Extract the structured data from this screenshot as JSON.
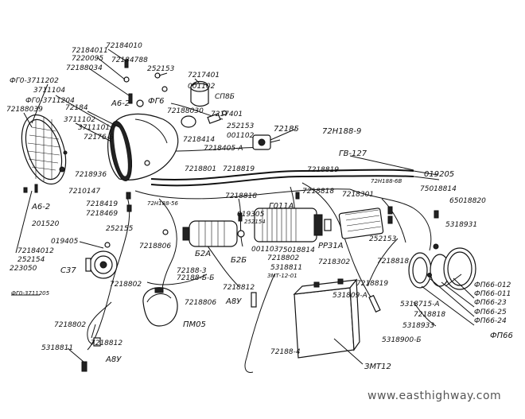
{
  "watermark": "www.easthighway.com",
  "labels": [
    {
      "id": "l01",
      "text": "72184011"
    },
    {
      "id": "l02",
      "text": "72184010"
    },
    {
      "id": "l03",
      "text": "7220095"
    },
    {
      "id": "l04",
      "text": "72184788"
    },
    {
      "id": "l05",
      "text": "72188034"
    },
    {
      "id": "l06",
      "text": "ФГ0-3711202"
    },
    {
      "id": "l07",
      "text": "252153"
    },
    {
      "id": "l08",
      "text": "7217401"
    },
    {
      "id": "l09",
      "text": "001102"
    },
    {
      "id": "l10",
      "text": "СП8Б"
    },
    {
      "id": "l11",
      "text": "3711104"
    },
    {
      "id": "l12",
      "text": "ФГ0-3711204"
    },
    {
      "id": "l13",
      "text": "А6-2"
    },
    {
      "id": "l14",
      "text": "ФГ6"
    },
    {
      "id": "l15",
      "text": "72188039"
    },
    {
      "id": "l16",
      "text": "72184"
    },
    {
      "id": "l17",
      "text": "72188030"
    },
    {
      "id": "l18",
      "text": "7217401"
    },
    {
      "id": "l19",
      "text": "3711102"
    },
    {
      "id": "l20",
      "text": "3711101"
    },
    {
      "id": "l21",
      "text": "252153"
    },
    {
      "id": "l22",
      "text": "72185"
    },
    {
      "id": "l23",
      "text": "72Н188-9"
    },
    {
      "id": "l24",
      "text": "72176-Б"
    },
    {
      "id": "l25",
      "text": "7218414"
    },
    {
      "id": "l26",
      "text": "001102"
    },
    {
      "id": "l27",
      "text": "7218405-А"
    },
    {
      "id": "l28",
      "text": "ГВ-127"
    },
    {
      "id": "l29",
      "text": "7218936"
    },
    {
      "id": "l30",
      "text": "7218801"
    },
    {
      "id": "l31",
      "text": "7218819"
    },
    {
      "id": "l32",
      "text": "7218819"
    },
    {
      "id": "l33",
      "text": "72Н188-6В"
    },
    {
      "id": "l34",
      "text": "019205"
    },
    {
      "id": "l35",
      "text": "А6-2"
    },
    {
      "id": "l36",
      "text": "7210147"
    },
    {
      "id": "l37",
      "text": "7218818"
    },
    {
      "id": "l38",
      "text": "7218818"
    },
    {
      "id": "l39",
      "text": "7218301"
    },
    {
      "id": "l40",
      "text": "75018814"
    },
    {
      "id": "l41",
      "text": "65018820"
    },
    {
      "id": "l42",
      "text": "72Н188-56"
    },
    {
      "id": "l43",
      "text": "7218419"
    },
    {
      "id": "l44",
      "text": "Г011А"
    },
    {
      "id": "l45",
      "text": "201520"
    },
    {
      "id": "l46",
      "text": "7218469"
    },
    {
      "id": "l47",
      "text": "019305"
    },
    {
      "id": "l48",
      "text": "252154"
    },
    {
      "id": "l49",
      "text": "5318931"
    },
    {
      "id": "l50",
      "text": "252155"
    },
    {
      "id": "l51",
      "text": "РР31А"
    },
    {
      "id": "l52",
      "text": "75018814"
    },
    {
      "id": "l53",
      "text": "252153"
    },
    {
      "id": "l54",
      "text": "019405"
    },
    {
      "id": "l55",
      "text": "7218806"
    },
    {
      "id": "l56",
      "text": "001103"
    },
    {
      "id": "l57",
      "text": "Б2А"
    },
    {
      "id": "l58",
      "text": "Б2Б"
    },
    {
      "id": "l59",
      "text": "7218802"
    },
    {
      "id": "l60",
      "text": "7218302"
    },
    {
      "id": "l61",
      "text": "72184012"
    },
    {
      "id": "l62",
      "text": "252154"
    },
    {
      "id": "l63",
      "text": "223050"
    },
    {
      "id": "l64",
      "text": "С37"
    },
    {
      "id": "l65",
      "text": "72188-3"
    },
    {
      "id": "l66",
      "text": "72188-Б-Б"
    },
    {
      "id": "l67",
      "text": "5318811"
    },
    {
      "id": "l68",
      "text": "ЗМТ-12-01"
    },
    {
      "id": "l69",
      "text": "7218818"
    },
    {
      "id": "l70",
      "text": "ФП66-012"
    },
    {
      "id": "l71",
      "text": "ФП66-011"
    },
    {
      "id": "l72",
      "text": "ФП66-23"
    },
    {
      "id": "l73",
      "text": "ФП66-25"
    },
    {
      "id": "l74",
      "text": "ФП66-24"
    },
    {
      "id": "l75",
      "text": "ФП66"
    },
    {
      "id": "l76",
      "text": "7218802"
    },
    {
      "id": "l77",
      "text": "7218812"
    },
    {
      "id": "l78",
      "text": "А8У"
    },
    {
      "id": "l79",
      "text": "ФГ0-3711205"
    },
    {
      "id": "l80",
      "text": "7218806"
    },
    {
      "id": "l81",
      "text": "ПМ05"
    },
    {
      "id": "l82",
      "text": "7218819"
    },
    {
      "id": "l83",
      "text": "531809-А"
    },
    {
      "id": "l84",
      "text": "5318715-А"
    },
    {
      "id": "l85",
      "text": "7218818"
    },
    {
      "id": "l86",
      "text": "5318933"
    },
    {
      "id": "l87",
      "text": "7218802"
    },
    {
      "id": "l88",
      "text": "7218812"
    },
    {
      "id": "l89",
      "text": "5318811"
    },
    {
      "id": "l90",
      "text": "А8У"
    },
    {
      "id": "l91",
      "text": "72188-4"
    },
    {
      "id": "l92",
      "text": "5318900-Б"
    },
    {
      "id": "l93",
      "text": "ЗМТ12"
    }
  ]
}
